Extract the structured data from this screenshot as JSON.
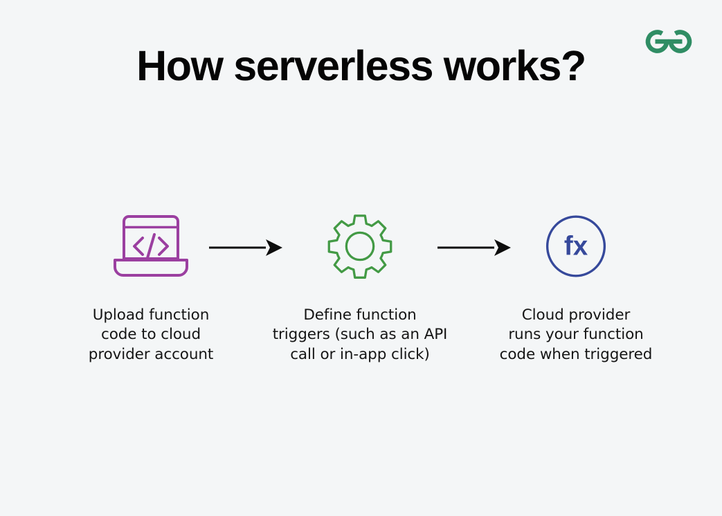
{
  "page": {
    "title": "How serverless works?",
    "background_color": "#f4f6f7",
    "text_color": "#151515"
  },
  "brand": {
    "name": "geeksforgeeks-logo",
    "color": "#2f8d64"
  },
  "flow": {
    "steps": [
      {
        "index": 1,
        "icon": "laptop-code-icon",
        "icon_color": "#9b3fa0",
        "icon_glyph": "</>",
        "caption_lines": [
          "Upload function",
          "code to cloud",
          "provider account"
        ]
      },
      {
        "index": 2,
        "icon": "gear-icon",
        "icon_color": "#439a45",
        "icon_glyph": "",
        "caption_lines": [
          "Define function",
          "triggers (such as an API",
          "call or in-app click)"
        ]
      },
      {
        "index": 3,
        "icon": "function-fx-icon",
        "icon_color": "#36499b",
        "icon_glyph": "fx",
        "caption_lines": [
          "Cloud provider",
          "runs your function",
          "code when triggered"
        ]
      }
    ],
    "connectors": [
      {
        "index": 1,
        "type": "arrow-right",
        "color": "#0d0d0d"
      },
      {
        "index": 2,
        "type": "arrow-right",
        "color": "#0d0d0d"
      }
    ]
  }
}
